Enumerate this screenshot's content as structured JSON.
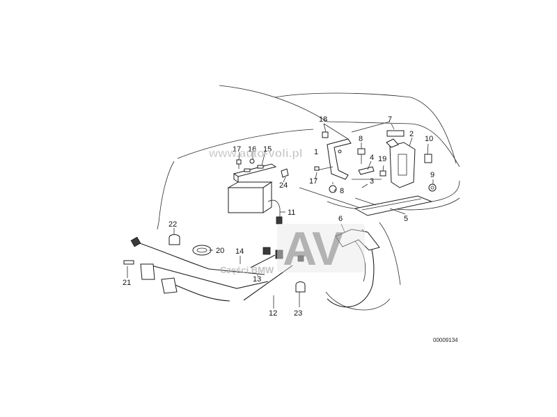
{
  "watermark": {
    "url_text": "www.auto-voli.pl",
    "logo_letters": "AV",
    "caption": "Części BMW"
  },
  "diagram_number": "00009134",
  "callouts": [
    "1",
    "2",
    "3",
    "4",
    "5",
    "6",
    "7",
    "8",
    "8",
    "9",
    "10",
    "11",
    "12",
    "13",
    "14",
    "15",
    "16",
    "17",
    "17",
    "18",
    "19",
    "20",
    "21",
    "22",
    "23",
    "24"
  ],
  "colors": {
    "line": "#1e1e1e",
    "watermark_text": "#b0b0b0",
    "watermark_logo": "#9a9a9a"
  }
}
